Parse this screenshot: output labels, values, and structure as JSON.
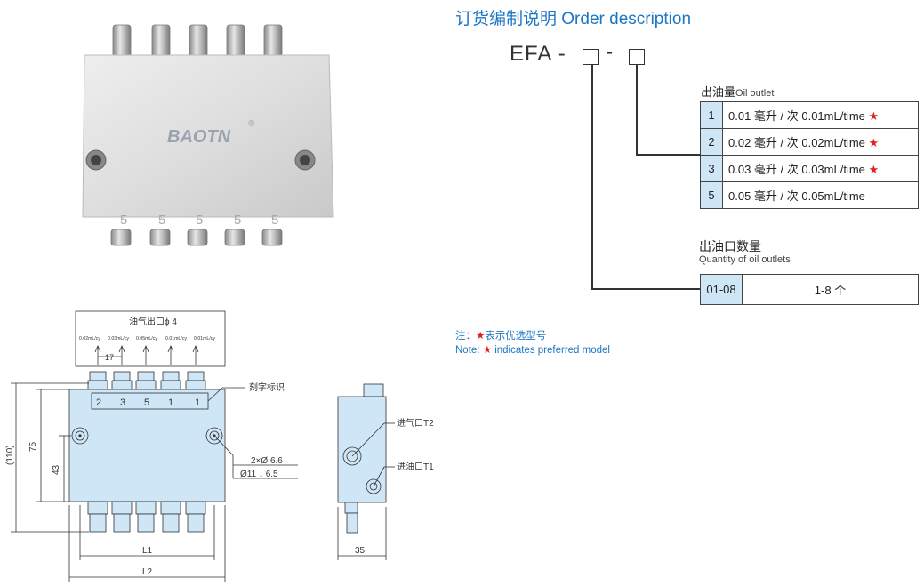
{
  "photo": {
    "brand": "BAOTN",
    "registered": "®",
    "outlet_marks": [
      "5",
      "5",
      "5",
      "5",
      "5"
    ]
  },
  "order": {
    "title": "订货编制说明 Order description",
    "code_prefix": "EFA -",
    "code_dash": "-"
  },
  "oil_outlet": {
    "caption_cn": "出油量",
    "caption_en": "Oil outlet",
    "rows": [
      {
        "num": "1",
        "text": "0.01 毫升 / 次 0.01mL/time",
        "star": "★"
      },
      {
        "num": "2",
        "text": "0.02 毫升 / 次 0.02mL/time",
        "star": "★"
      },
      {
        "num": "3",
        "text": "0.03 毫升 / 次 0.03mL/time",
        "star": "★"
      },
      {
        "num": "5",
        "text": "0.05 毫升 / 次 0.05mL/time",
        "star": ""
      }
    ]
  },
  "outlets": {
    "caption_cn": "出油口数量",
    "caption_en": "Quantity of oil outlets",
    "code": "01-08",
    "value": "1-8 个"
  },
  "note": {
    "cn_prefix": "注：",
    "star": "★",
    "cn_text": "表示优选型号",
    "en_prefix": "Note: ",
    "en_text": "indicates preferred model"
  },
  "drawing": {
    "header": "油气出口ϕ 4",
    "flow_labels": [
      "0.02mL/cy",
      "0.03mL/cy",
      "0.05mL/cy",
      "0.01mL/cy",
      "0.01mL/cy"
    ],
    "pitch": "17",
    "engraving_label": "刻字标识",
    "engraving_marks": [
      "2",
      "3",
      "5",
      "1",
      "1"
    ],
    "dim_110": "(110)",
    "dim_75": "75",
    "dim_43": "43",
    "hole_spec_1": "2×Ø 6.6",
    "hole_spec_2": "Ø11 ↓ 6.5",
    "dim_l1": "L1",
    "dim_l2": "L2",
    "air_inlet": "进气口T2",
    "oil_inlet": "进油口T1",
    "dim_35": "35"
  }
}
